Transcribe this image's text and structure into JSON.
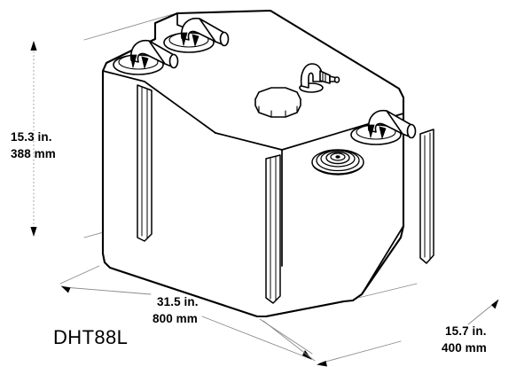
{
  "drawing": {
    "title": "DHT88L",
    "part_number_label": "DHT88L",
    "subject": "holding-tank-isometric",
    "background_color": "#ffffff",
    "line_color": "#000000",
    "dimension_line_color": "#8a8a8a"
  },
  "dimensions": {
    "height": {
      "name": "height-dimension",
      "inches": "15.3 in.",
      "millimeters": "388 mm",
      "position": "left"
    },
    "length": {
      "name": "length-dimension",
      "inches": "31.5 in.",
      "millimeters": "800 mm",
      "position": "bottom-left"
    },
    "width": {
      "name": "width-dimension",
      "inches": "15.7 in.",
      "millimeters": "400 mm",
      "position": "bottom-right"
    }
  },
  "fittings": [
    {
      "id": "fitting-elbow-rear-left",
      "type": "elbow-hose-barb",
      "label": "rear left elbow fitting"
    },
    {
      "id": "fitting-elbow-rear-right",
      "type": "elbow-hose-barb",
      "label": "rear right elbow fitting"
    },
    {
      "id": "fitting-vent-elbow",
      "type": "threaded-vent-elbow",
      "label": "threaded vent elbow"
    },
    {
      "id": "fitting-inspection-cap",
      "type": "octagonal-cap",
      "label": "octagonal inspection cap"
    },
    {
      "id": "fitting-sender-flange",
      "type": "circular-sender",
      "label": "circular level sender flange"
    },
    {
      "id": "fitting-elbow-front",
      "type": "elbow-hose-barb",
      "label": "front elbow fitting"
    }
  ]
}
